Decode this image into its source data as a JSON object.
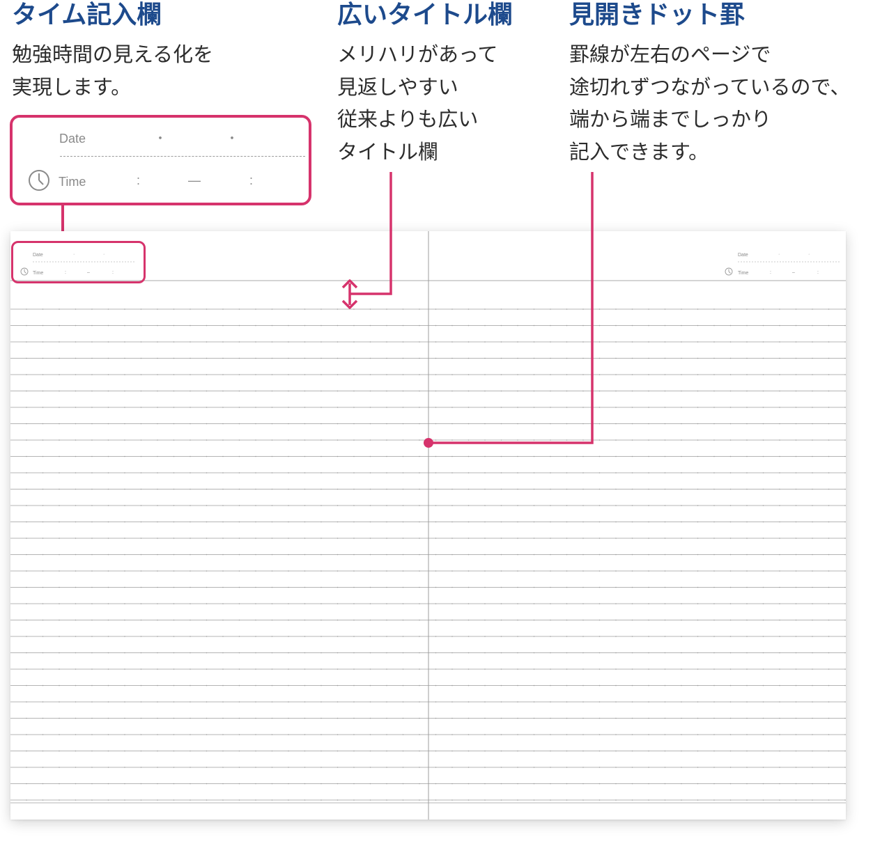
{
  "features": [
    {
      "title": "タイム記入欄",
      "lines": [
        "勉強時間の見える化を",
        "実現します。"
      ]
    },
    {
      "title": "広いタイトル欄",
      "lines": [
        "メリハリがあって",
        "見返しやすい",
        "従来よりも広い",
        "タイトル欄"
      ]
    },
    {
      "title": "見開きドット罫",
      "lines": [
        "罫線が左右のページで",
        "途切れずつながっているので、",
        "端から端までしっかり",
        "記入できます。"
      ]
    }
  ],
  "time_box": {
    "date_label": "Date",
    "time_label": "Time",
    "date_separator": "・",
    "time_colon": ":",
    "time_dash": "—"
  },
  "notebook": {
    "header_date_label": "Date",
    "header_time_label": "Time"
  },
  "colors": {
    "accent_pink": "#d6336c",
    "title_blue": "#1d4a8c",
    "body_text": "#2c2c2c",
    "rule_gray": "#b4b4b4"
  },
  "icons": {
    "clock": "clock-icon",
    "arrow": "double-arrow-vertical-icon"
  }
}
